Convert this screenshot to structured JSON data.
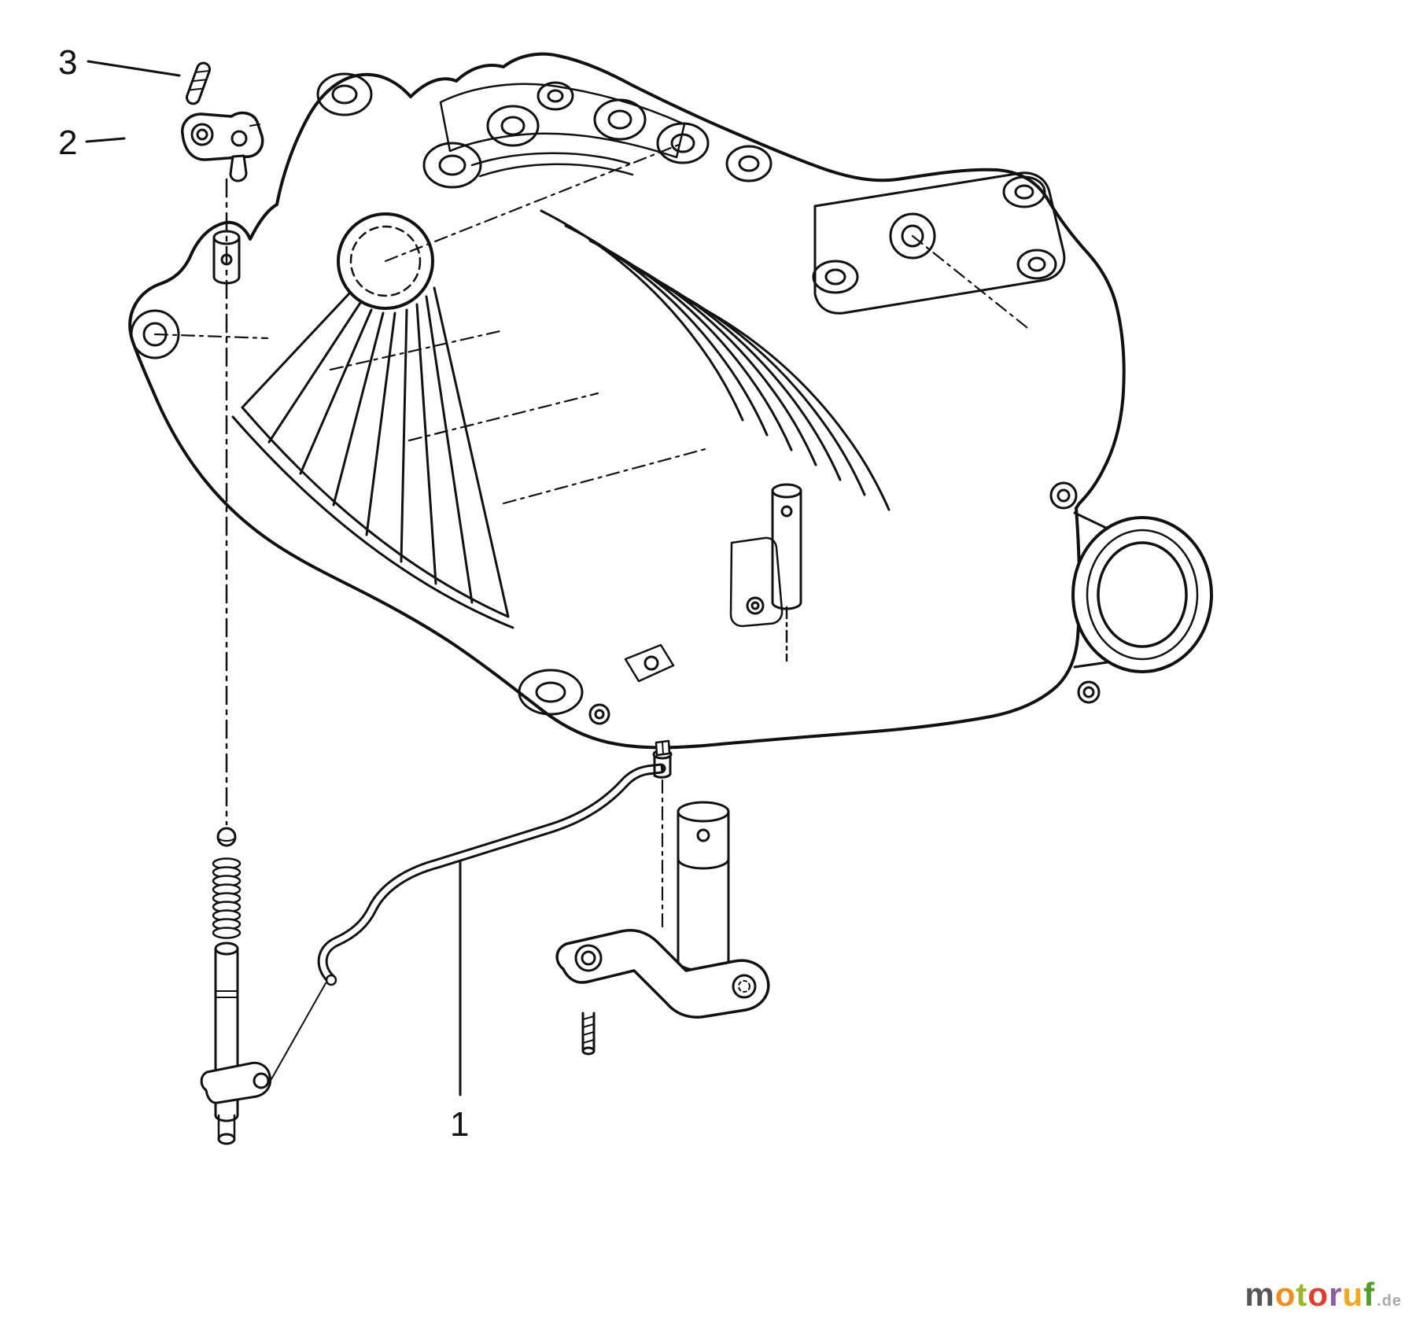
{
  "callouts": [
    {
      "label": "1"
    },
    {
      "label": "2"
    },
    {
      "label": "3"
    }
  ],
  "watermark": {
    "letters": [
      {
        "char": "m",
        "style": "color:#555555"
      },
      {
        "char": "o",
        "style": "color:#f08c1e"
      },
      {
        "char": "t",
        "style": "color:#a0b428"
      },
      {
        "char": "o",
        "style": "color:#e03c31"
      },
      {
        "char": "r",
        "style": "color:#8c5aa0"
      },
      {
        "char": "u",
        "style": "color:#f0a81e"
      },
      {
        "char": "f",
        "style": "color:#50a028"
      }
    ],
    "suffix": ".de",
    "suffix_style": "color:#aaaaaa"
  }
}
